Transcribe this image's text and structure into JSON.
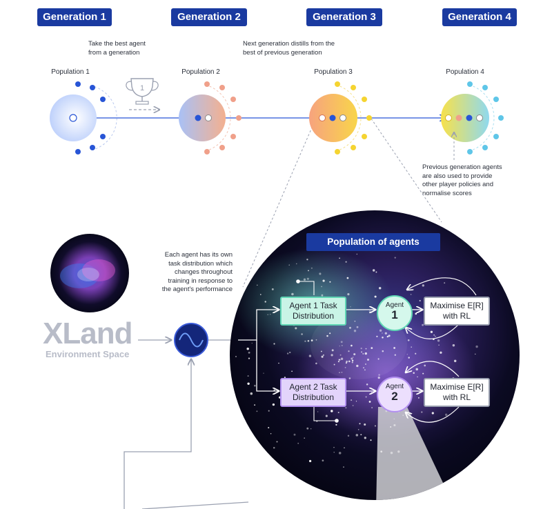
{
  "generations": [
    {
      "label": "Generation 1"
    },
    {
      "label": "Generation 2"
    },
    {
      "label": "Generation 3"
    },
    {
      "label": "Generation 4"
    }
  ],
  "populations": [
    {
      "label": "Population 1"
    },
    {
      "label": "Population 2"
    },
    {
      "label": "Population 3"
    },
    {
      "label": "Population 4"
    }
  ],
  "notes": {
    "best_agent": [
      "Take the best agent",
      "from a generation"
    ],
    "distill": [
      "Next generation distills from the",
      "best of previous generation"
    ],
    "previous": [
      "Previous generation agents",
      "are also used to provide",
      "other player policies and",
      "normalise scores"
    ]
  },
  "trophy_number": "1",
  "xland": {
    "title": "XLand",
    "subtitle": "Environment Space"
  },
  "agent_desc": [
    "Each agent has its own",
    "task distribution which",
    "changes throughout",
    "training in response to",
    "the agent's performance"
  ],
  "population_of_agents": "Population of agents",
  "tasks": [
    {
      "line1": "Agent 1 Task",
      "line2": "Distribution"
    },
    {
      "line1": "Agent 2 Task",
      "line2": "Distribution"
    }
  ],
  "agents": [
    {
      "label": "Agent",
      "number": "1"
    },
    {
      "label": "Agent",
      "number": "2"
    }
  ],
  "rl": [
    {
      "line1": "Maximise E[R]",
      "line2": "with RL"
    },
    {
      "line1": "Maximise E[R]",
      "line2": "with RL"
    }
  ],
  "colors": {
    "brand_blue": "#1a3aa0",
    "pop1": "#2855d6",
    "pop2": "#f0a08a",
    "pop3": "#f5d431",
    "pop4": "#5fc6e8",
    "teal": "#5fd6b4",
    "purple": "#b28ff0"
  }
}
